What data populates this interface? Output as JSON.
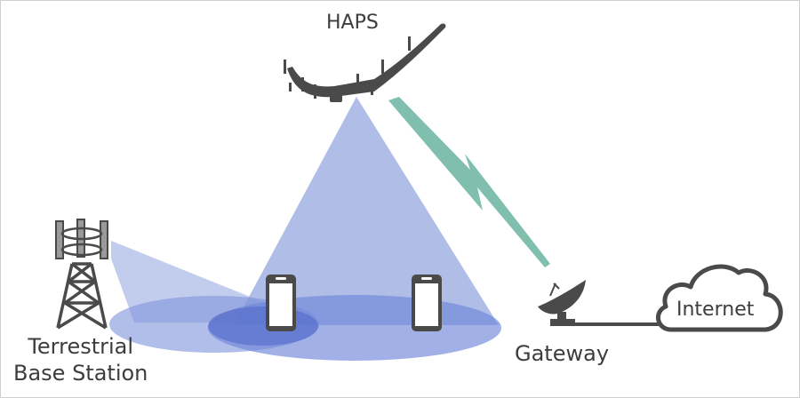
{
  "labels": {
    "haps": "HAPS",
    "terrestrial_line1": "Terrestrial",
    "terrestrial_line2": "Base Station",
    "gateway": "Gateway",
    "internet": "Internet"
  },
  "colors": {
    "haps_beam": "#8fa3dd",
    "tower_beam": "#8fa3dd",
    "coverage": "#6f85d8",
    "overlap": "#4f66c8",
    "feeder_link": "#72b8a4",
    "icons": "#4a4a4a"
  },
  "icons": [
    "haps-aircraft-icon",
    "cell-tower-icon",
    "smartphone-icon",
    "satellite-dish-icon",
    "cloud-icon"
  ]
}
